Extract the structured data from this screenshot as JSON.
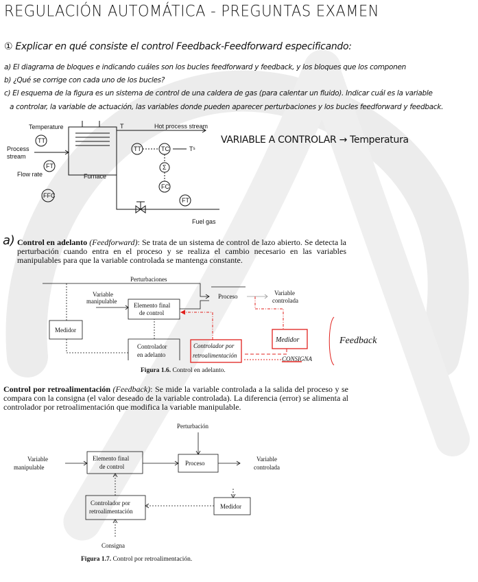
{
  "header": {
    "title": "REGULACIÓN AUTOMÁTICA - PREGUNTAS EXAMEN"
  },
  "question1": {
    "statement": "① Explicar en qué consiste el control Feedback-Feedforward especificando:",
    "a": "a) El diagrama de bloques e indicando cuáles son los bucles feedforward y feedback, y los bloques que los componen",
    "b": "b) ¿Qué se corrige con cada uno de los bucles?",
    "c1": "c) El esquema de la figura es un sistema de control de una caldera de gas (para calentar un fluido). Indicar cuál es la variable",
    "c2": "a controlar, la variable de actuación, las variables donde pueden aparecer perturbaciones y los bucles feedforward y feedback."
  },
  "furnace_diagram": {
    "temperature": "Temperature",
    "process_stream_1": "Process",
    "process_stream_2": "stream",
    "flow_rate": "Flow rate",
    "furnace": "Furnace",
    "t": "T",
    "hot_process_stream": "Hot process stream",
    "ts": "Tˢ",
    "fuel_gas": "Fuel gas",
    "instruments": {
      "tt1": "TT",
      "ft1": "FT",
      "ffc": "FFC",
      "tt2": "TT",
      "tc": "TC",
      "sum": "Σ",
      "fc": "FC",
      "ft2": "FT"
    }
  },
  "answer_note": "VARIABLE A CONTROLAR → Temperatura",
  "feedforward": {
    "marker": "a)",
    "heading": "Control en adelanto",
    "term": "(Feedforward)",
    "text": ": Se trata de un sistema de control de lazo abierto. Se detecta la perturbación cuando entra en el proceso y se realiza el cambio necesario en las variables manipulables para que la variable controlada se mantenga constante.",
    "diagram": {
      "perturbaciones": "Perturbaciones",
      "variable_manipulable_1": "Variable",
      "variable_manipulable_2": "manipulable",
      "elemento_final_1": "Elemento final",
      "elemento_final_2": "de control",
      "proceso": "Proceso",
      "variable_controlada_1": "Variable",
      "variable_controlada_2": "controlada",
      "medidor": "Medidor",
      "controlador_1": "Controlador",
      "controlador_2": "en adelanto",
      "red_controlador_1": "Controlador por",
      "red_controlador_2": "retroalimentación",
      "red_medidor": "Medidor",
      "red_consigna": "CONSIGNA",
      "red_feedback": "Feedback"
    },
    "caption_label": "Figura 1.6.",
    "caption_text": "Control en adelanto."
  },
  "feedback": {
    "heading": "Control por retroalimentación",
    "term": "(Feedback)",
    "text": ": Se mide la variable controlada a la salida del proceso y se compara con la consigna (el valor deseado de la variable controlada). La diferencia (error) se alimenta al controlador por retroalimentación que modifica la variable manipulable.",
    "diagram": {
      "perturbacion": "Perturbación",
      "variable_manipulable_1": "Variable",
      "variable_manipulable_2": "manipulable",
      "elemento_final_1": "Elemento final",
      "elemento_final_2": "de control",
      "proceso": "Proceso",
      "variable_controlada_1": "Variable",
      "variable_controlada_2": "controlada",
      "controlador_1": "Controlador por",
      "controlador_2": "retroalimentación",
      "medidor": "Medidor",
      "consigna": "Consigna"
    },
    "caption_label": "Figura 1.7.",
    "caption_text": "Control por retroalimentación."
  },
  "colors": {
    "annotation_red": "#e0201c",
    "watermark": "#ececec"
  }
}
